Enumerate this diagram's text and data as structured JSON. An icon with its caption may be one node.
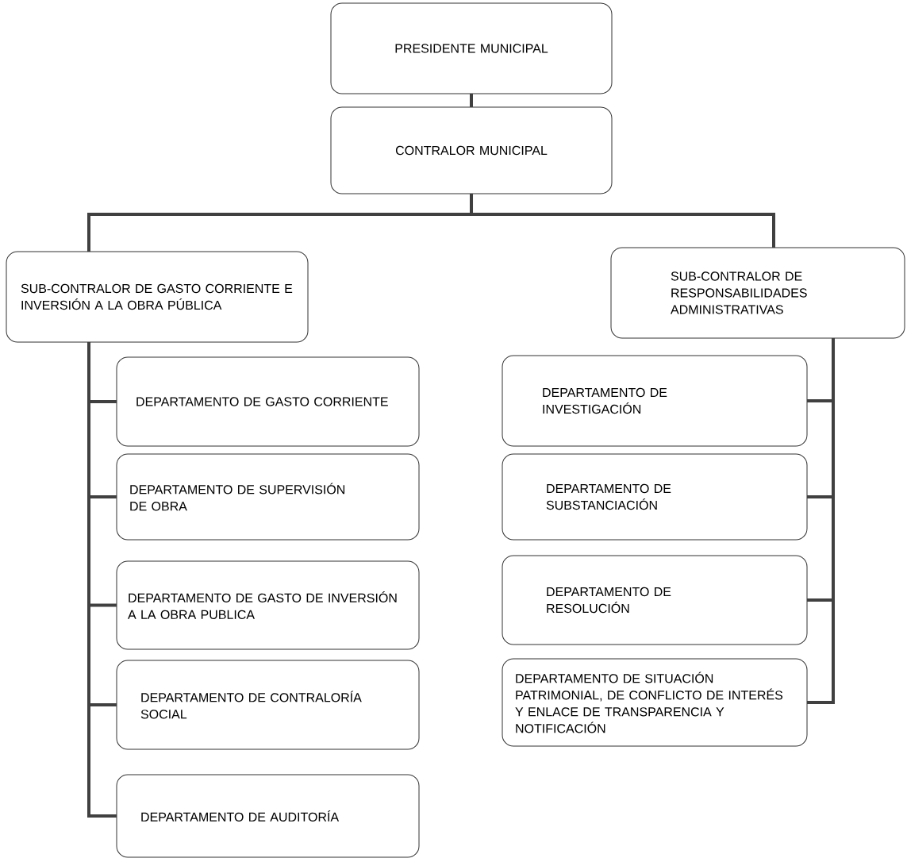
{
  "diagram": {
    "nodes": [
      {
        "text": [
          "PRESIDENTE MUNICIPAL"
        ]
      },
      {
        "text": [
          "CONTRALOR MUNICIPAL"
        ]
      },
      {
        "text": [
          "SUB-CONTRALOR DE GASTO CORRIENTE E INVERSIÓN A LA OBRA PÚBLICA"
        ]
      },
      {
        "text": [
          "SUB-CONTRALOR DE RESPONSABILIDADES ADMINISTRATIVAS"
        ]
      },
      {
        "text": [
          "DEPARTAMENTO DE GASTO CORRIENTE"
        ]
      },
      {
        "text": [
          "DEPARTAMENTO DE SUPERVISIÓN DE OBRA"
        ]
      },
      {
        "text": [
          "DEPARTAMENTO DE GASTO DE INVERSIÓN A LA OBRA PUBLICA"
        ]
      },
      {
        "text": [
          "DEPARTAMENTO DE CONTRALORÍA SOCIAL"
        ]
      },
      {
        "text": [
          "DEPARTAMENTO DE AUDITORÍA"
        ]
      },
      {
        "text": [
          "DEPARTAMENTO DE INVESTIGACIÓN"
        ]
      },
      {
        "text": [
          "DEPARTAMENTO DE SUBSTANCIACIÓN"
        ]
      },
      {
        "text": [
          "DEPARTAMENTO DE RESOLUCIÓN"
        ]
      },
      {
        "text": [
          "DEPARTAMENTO DE SITUACIÓN PATRIMONIAL, DE CONFLICTO DE INTERÉS Y ENLACE DE TRANSPARENCIA Y NOTIFICACIÓN"
        ]
      }
    ],
    "edges": [
      {
        "from": 0,
        "to": 1,
        "arrow": "none"
      },
      {
        "from": 1,
        "to": 2,
        "arrow": "none"
      },
      {
        "from": 1,
        "to": 3,
        "arrow": "none"
      },
      {
        "from": 2,
        "to": 4,
        "arrow": "none"
      },
      {
        "from": 2,
        "to": 5,
        "arrow": "none"
      },
      {
        "from": 2,
        "to": 6,
        "arrow": "none"
      },
      {
        "from": 2,
        "to": 7,
        "arrow": "none"
      },
      {
        "from": 2,
        "to": 8,
        "arrow": "none"
      },
      {
        "from": 3,
        "to": 9,
        "arrow": "none"
      },
      {
        "from": 3,
        "to": 10,
        "arrow": "none"
      },
      {
        "from": 3,
        "to": 11,
        "arrow": "none"
      },
      {
        "from": 3,
        "to": 12,
        "arrow": "none"
      }
    ]
  }
}
